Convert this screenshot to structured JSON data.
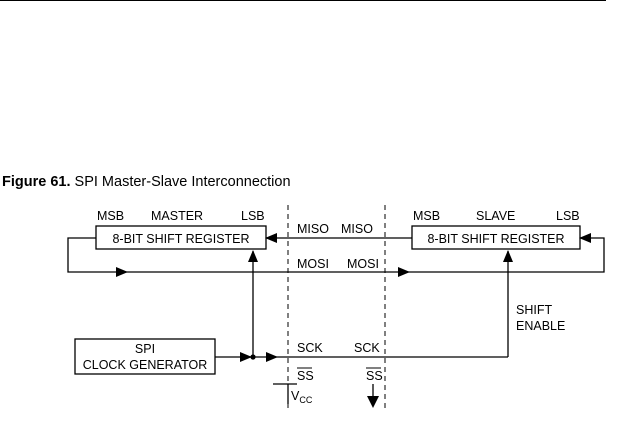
{
  "figure": {
    "label": "Figure 61.",
    "title": "SPI Master-Slave Interconnection"
  },
  "master": {
    "msb": "MSB",
    "name": "MASTER",
    "lsb": "LSB",
    "register": "8-BIT SHIFT REGISTER"
  },
  "slave": {
    "msb": "MSB",
    "name": "SLAVE",
    "lsb": "LSB",
    "register": "8-BIT SHIFT REGISTER"
  },
  "clock": {
    "line1": "SPI",
    "line2": "CLOCK GENERATOR"
  },
  "signals": {
    "miso_master": "MISO",
    "miso_slave": "MISO",
    "mosi_master": "MOSI",
    "mosi_slave": "MOSI",
    "sck_master": "SCK",
    "sck_slave": "SCK",
    "ss_master": "SS",
    "ss_slave": "SS",
    "vcc_main": "V",
    "vcc_sub": "CC",
    "shift_line1": "SHIFT",
    "shift_line2": "ENABLE"
  }
}
